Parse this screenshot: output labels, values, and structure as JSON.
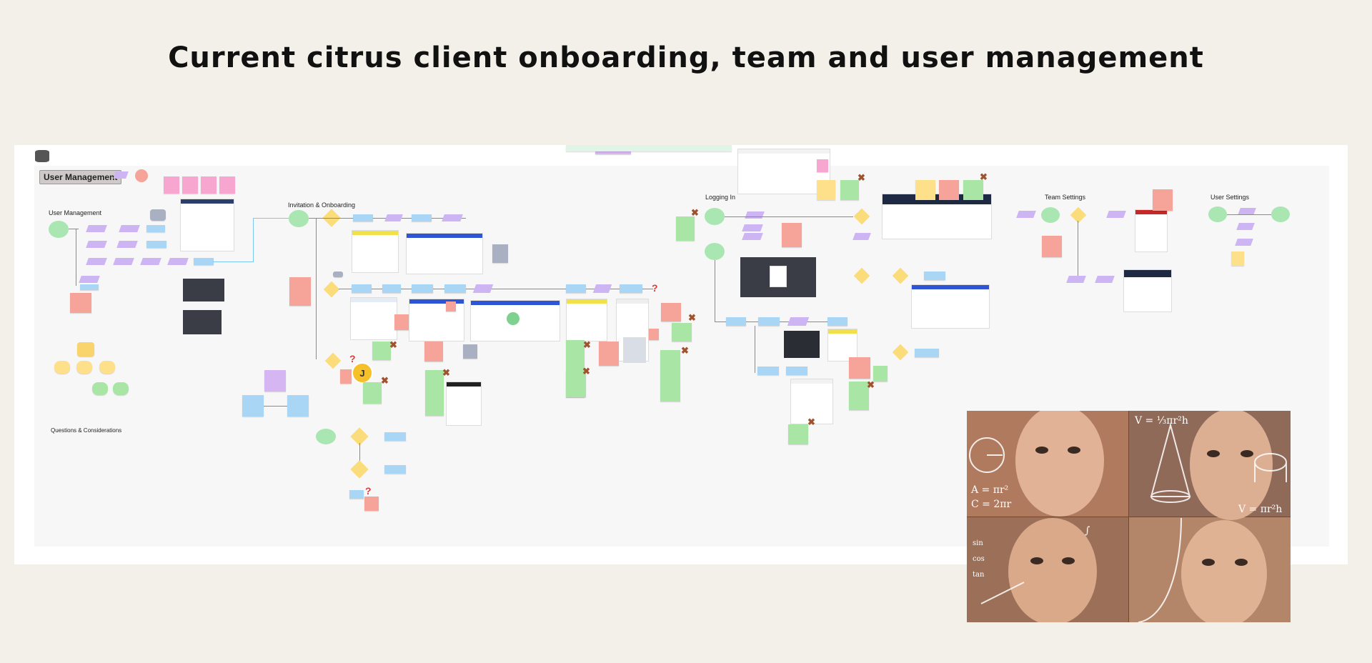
{
  "slide": {
    "title": "Current citrus client onboarding, team and user management"
  },
  "board": {
    "frame_label": "User Management",
    "section_labels": {
      "user_management": "User Management",
      "invitation": "Invitation & Onboarding",
      "logging_in": "Logging In",
      "team_settings": "Team Settings",
      "user_settings": "User Settings",
      "questions": "Questions & Considerations"
    },
    "avatar_initial": "J",
    "colors": {
      "sticky_pink": "#f7a6cf",
      "sticky_red": "#f6a39a",
      "sticky_yellow": "#fde089",
      "sticky_green": "#a9e6a6",
      "sticky_blue": "#aad6f5",
      "sticky_purple": "#d5b5f2",
      "okta_blue": "#2f55d4"
    }
  },
  "meme": {
    "formulas": [
      "A = πr²",
      "C = 2πr",
      "V = ⅓πr²h",
      "V = πr²h",
      "∫",
      "sin",
      "cos",
      "tan"
    ]
  }
}
